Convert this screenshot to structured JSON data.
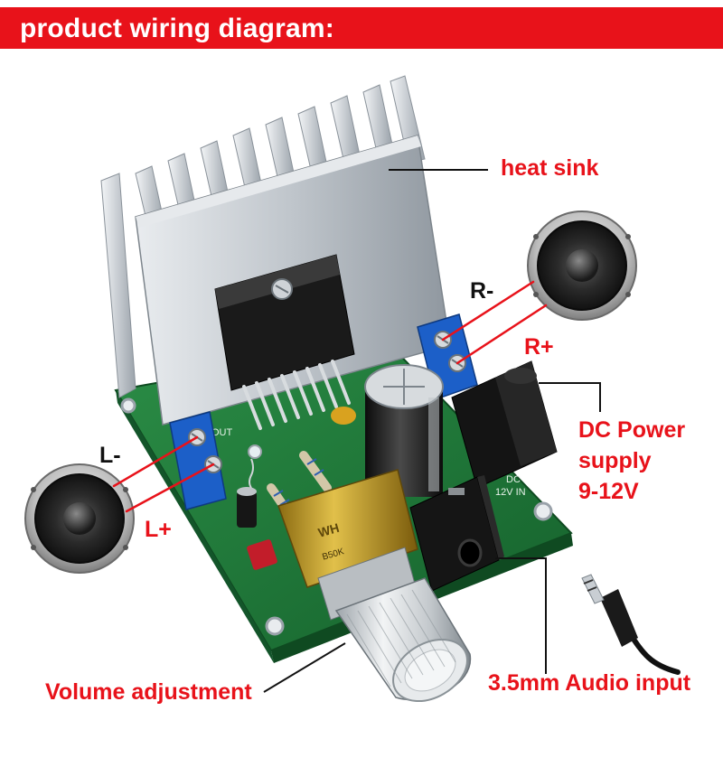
{
  "banner": {
    "title": "product wiring diagram:"
  },
  "labels": {
    "heat_sink": "heat sink",
    "r_minus": "R-",
    "r_plus": "R+",
    "l_minus": "L-",
    "l_plus": "L+",
    "dc_power_line1": "DC Power",
    "dc_power_line2": "supply",
    "dc_power_line3": "9-12V",
    "volume": "Volume adjustment",
    "audio_input": "3.5mm Audio input"
  },
  "board": {
    "out_text": "OUT",
    "dc_text": "DC",
    "dc_in_text": "12V IN",
    "pot_text": "B50K",
    "pot_brand": "WH"
  },
  "colors": {
    "accent_red": "#e8121a",
    "pcb_green": "#1f7a3a",
    "terminal_blue": "#1c5fc8",
    "heatsink_silver": "#c9ced3"
  }
}
